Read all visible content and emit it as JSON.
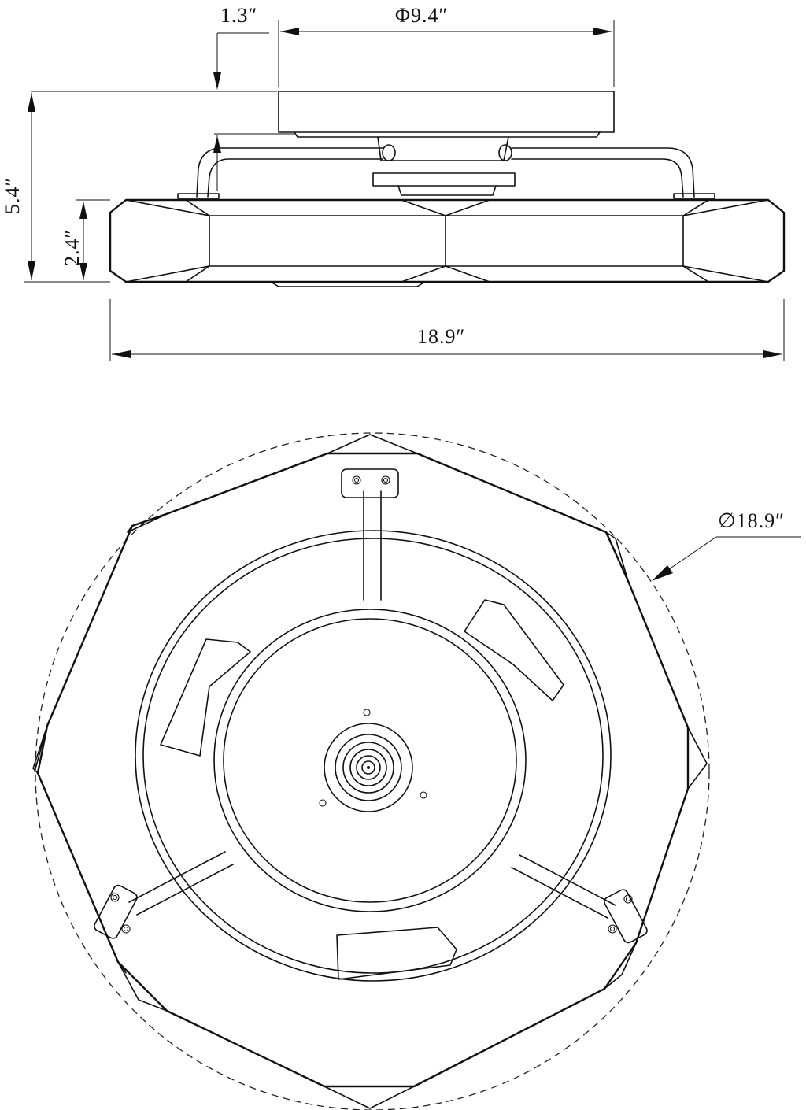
{
  "dimensions": {
    "top_offset": "1.3″",
    "canopy_diameter": "Φ9.4″",
    "overall_height": "5.4″",
    "body_height": "2.4″",
    "overall_width": "18.9″",
    "outer_diameter": "∅18.9″"
  },
  "colors": {
    "line": "#111111",
    "background": "#ffffff"
  }
}
